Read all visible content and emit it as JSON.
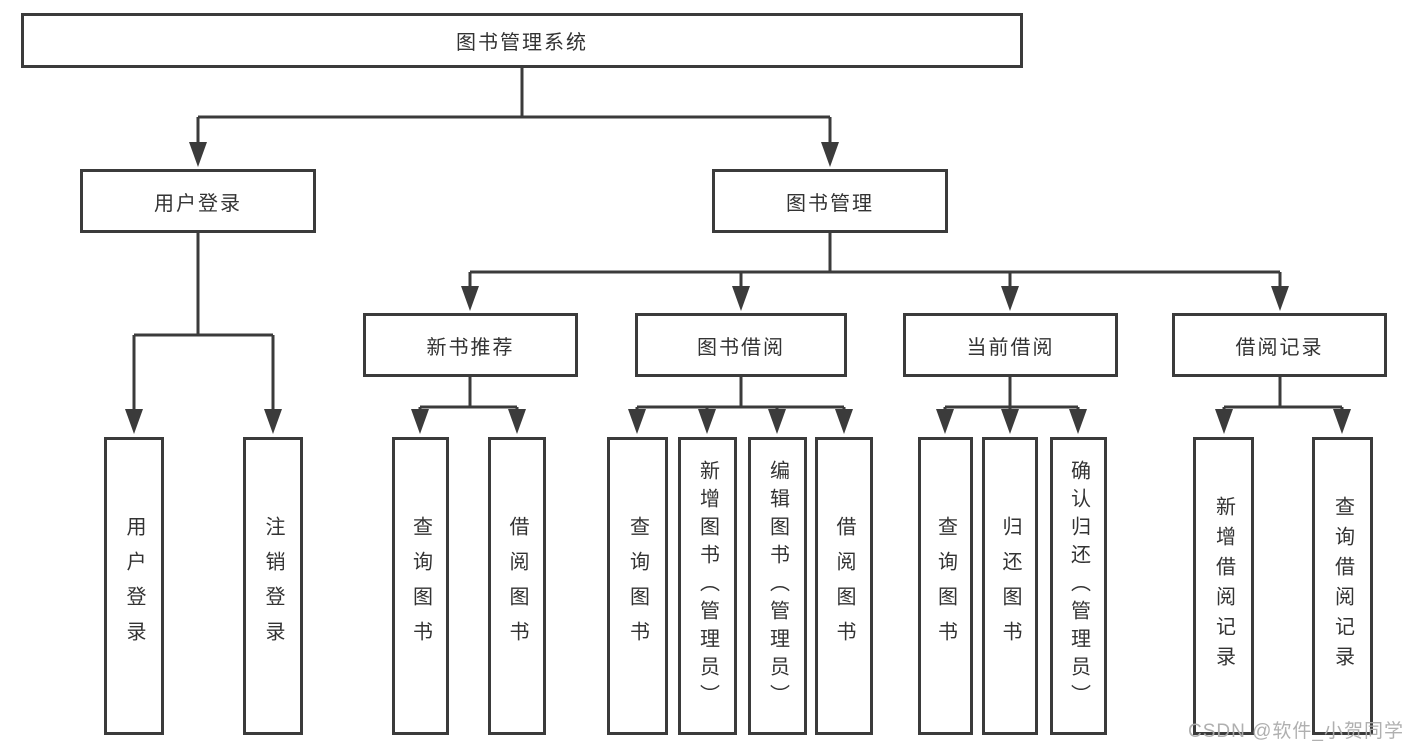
{
  "diagram": {
    "root": "图书管理系统",
    "level2": [
      "用户登录",
      "图书管理"
    ],
    "level3": [
      "新书推荐",
      "图书借阅",
      "当前借阅",
      "借阅记录"
    ],
    "leaves": {
      "user": [
        "用户登录",
        "注销登录"
      ],
      "recommend": [
        "查询图书",
        "借阅图书"
      ],
      "borrow": [
        "查询图书",
        "新增图书（管理员）",
        "编辑图书（管理员）",
        "借阅图书"
      ],
      "current": [
        "查询图书",
        "归还图书",
        "确认归还（管理员）"
      ],
      "records": [
        "新增借阅记录",
        "查询借阅记录"
      ]
    }
  },
  "watermark": "CSDN @软件_小贺同学",
  "colors": {
    "line": "#3b3b3b",
    "text": "#333333",
    "background": "#ffffff",
    "watermark": "#acacac"
  }
}
